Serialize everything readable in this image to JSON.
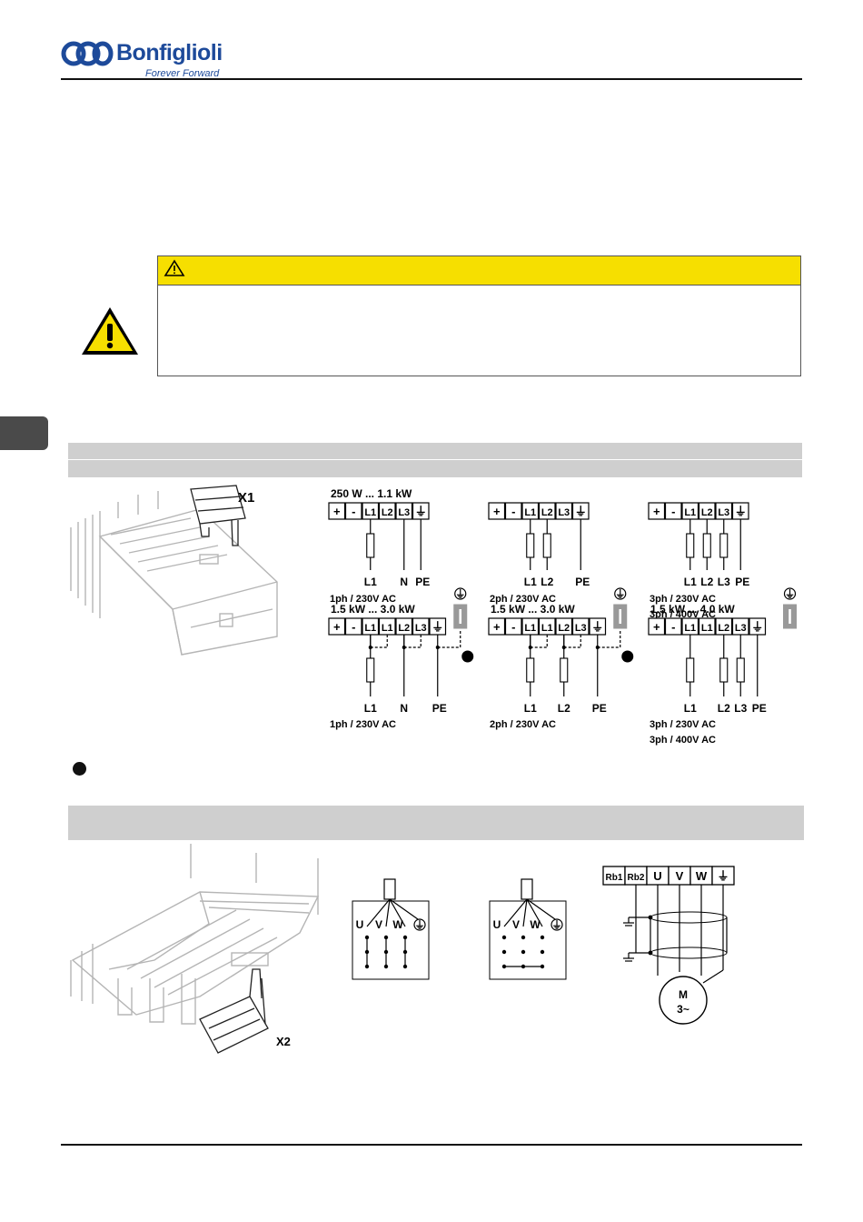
{
  "header": {
    "brand": "Bonfiglioli",
    "tagline": "Forever Forward"
  },
  "caution": {
    "label": ""
  },
  "mains": {
    "connector_label": "X1",
    "ground_symbol": "⏚",
    "diagrams": [
      {
        "power": "250 W ... 1.1 kW",
        "terminals": [
          "+",
          "-",
          "L1",
          "L2",
          "L3",
          "⏚"
        ],
        "lines": [
          "L1",
          "N",
          "PE"
        ],
        "supply": [
          "1ph / 230V AC"
        ]
      },
      {
        "power": "",
        "terminals": [
          "+",
          "-",
          "L1",
          "L2",
          "L3",
          "⏚"
        ],
        "lines": [
          "L1",
          "L2",
          "PE"
        ],
        "supply": [
          "2ph / 230V AC"
        ]
      },
      {
        "power": "",
        "terminals": [
          "+",
          "-",
          "L1",
          "L2",
          "L3",
          "⏚"
        ],
        "lines": [
          "L1",
          "L2",
          "L3",
          "PE"
        ],
        "supply": [
          "3ph / 230V AC",
          "3ph / 400V AC"
        ]
      },
      {
        "power": "1.5 kW ... 3.0 kW",
        "terminals": [
          "+",
          "-",
          "L1",
          "L1",
          "L2",
          "L3",
          "⏚"
        ],
        "lines": [
          "L1",
          "N",
          "PE"
        ],
        "supply": [
          "1ph / 230V AC"
        ]
      },
      {
        "power": "1.5 kW ... 3.0 kW",
        "terminals": [
          "+",
          "-",
          "L1",
          "L1",
          "L2",
          "L3",
          "⏚"
        ],
        "lines": [
          "L1",
          "L2",
          "PE"
        ],
        "supply": [
          "2ph / 230V AC"
        ]
      },
      {
        "power": "1.5 kW ... 4.0 kW",
        "terminals": [
          "+",
          "-",
          "L1",
          "L1",
          "L2",
          "L3",
          "⏚"
        ],
        "lines": [
          "L1",
          "L2",
          "L3",
          "PE"
        ],
        "supply": [
          "3ph / 230V AC",
          "3ph / 400V AC"
        ]
      }
    ],
    "note_marker": "1"
  },
  "motor": {
    "connector_label": "X2",
    "star_labels": [
      "U",
      "V",
      "W"
    ],
    "delta_labels": [
      "U",
      "V",
      "W"
    ],
    "terminals": [
      "Rb1",
      "Rb2",
      "U",
      "V",
      "W",
      "⏚"
    ],
    "motor_label": [
      "M",
      "3~"
    ]
  },
  "colors": {
    "caution_yellow": "#f6df00",
    "brand_blue": "#1d4a9a",
    "band_gray": "#cfcfcf"
  }
}
